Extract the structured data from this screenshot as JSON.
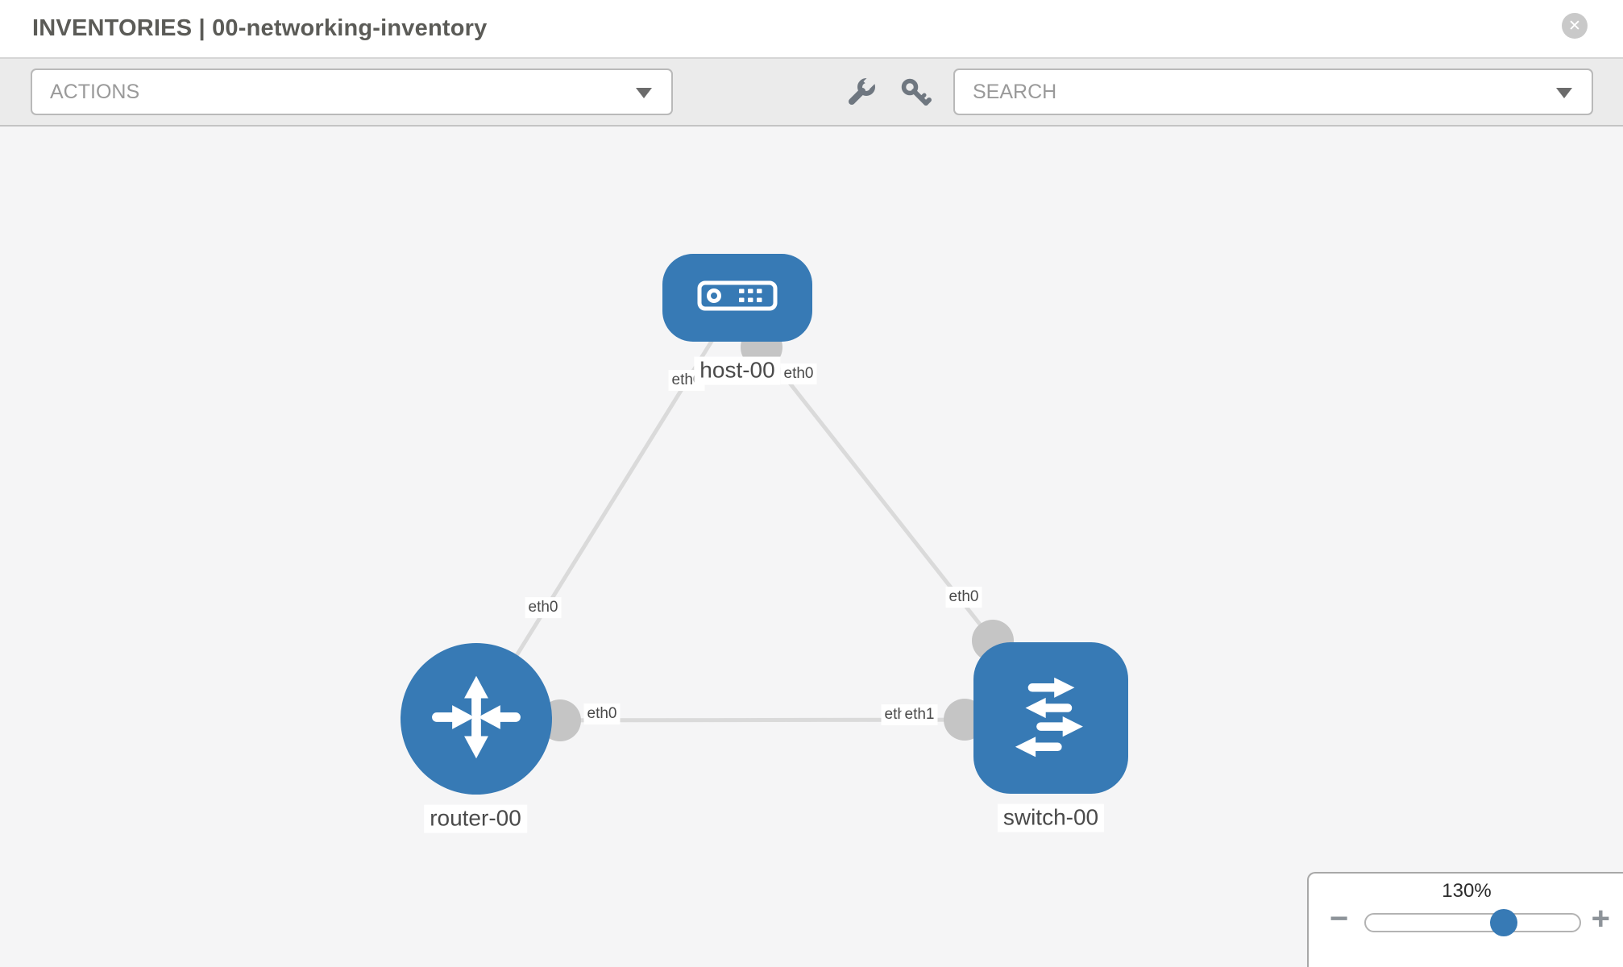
{
  "header": {
    "title": "INVENTORIES | 00-networking-inventory",
    "close_glyph": "✕"
  },
  "toolbar": {
    "actions_label": "ACTIONS",
    "search_label": "SEARCH",
    "icons": [
      "wrench",
      "key"
    ]
  },
  "diagram": {
    "nodes": [
      {
        "id": "host-00",
        "type": "host",
        "label": "host-00"
      },
      {
        "id": "router-00",
        "type": "router",
        "label": "router-00"
      },
      {
        "id": "switch-00",
        "type": "switch",
        "label": "switch-00"
      }
    ],
    "edges": [
      {
        "from": "host-00",
        "to": "router-00"
      },
      {
        "from": "host-00",
        "to": "switch-00"
      },
      {
        "from": "router-00",
        "to": "switch-00"
      }
    ],
    "labels": {
      "host": "host-00",
      "router": "router-00",
      "switch": "switch-00",
      "e1_host_end": "eth0",
      "e1_router_end": "eth0",
      "e2_host_end": "eth0",
      "e2_switch_end": "eth0",
      "e3_router_end": "eth0",
      "e3_switch_end_under": "eth0",
      "e3_switch_end": "eth1"
    }
  },
  "zoom_control": {
    "value": "130%",
    "minus": "−",
    "plus": "+"
  },
  "colors": {
    "node_blue": "#377ab5",
    "edge_gray": "#dadada",
    "connector_gray": "#c5c5c5",
    "canvas_bg": "#f5f5f6"
  }
}
